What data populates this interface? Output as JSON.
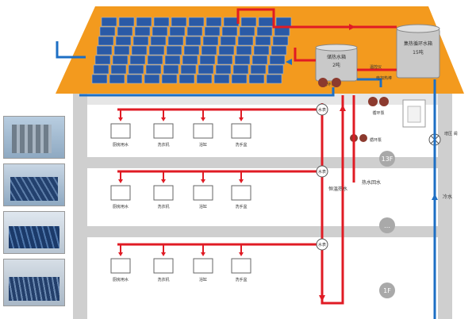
{
  "tanks": {
    "storage": {
      "line1": "储热水箱",
      "line2": "2吨"
    },
    "collector": {
      "line1": "集热循环水箱",
      "line2": "15吨"
    }
  },
  "labels": {
    "pump_top": "循环泵",
    "heater": "电加热棒",
    "temp_probe": "温控仪",
    "pump_right1": "循环泵",
    "pump_right2": "循环泵",
    "booster": "增压\n阀",
    "meter": "水表",
    "constant_temp_line": "恒温热水",
    "return_line": "热水回水",
    "cold_line": "冷水"
  },
  "floors": [
    {
      "label": "13F"
    },
    {
      "label": "…"
    },
    {
      "label": "1F"
    }
  ],
  "fixtures": [
    "厨房用水",
    "洗衣机",
    "浴缸",
    "洗手盆"
  ],
  "colors": {
    "roof": "#f39a1e",
    "hot": "#e01b24",
    "cold": "#1d6fc4",
    "wall": "#d9d9d9",
    "panel": "#2a5aa6"
  }
}
